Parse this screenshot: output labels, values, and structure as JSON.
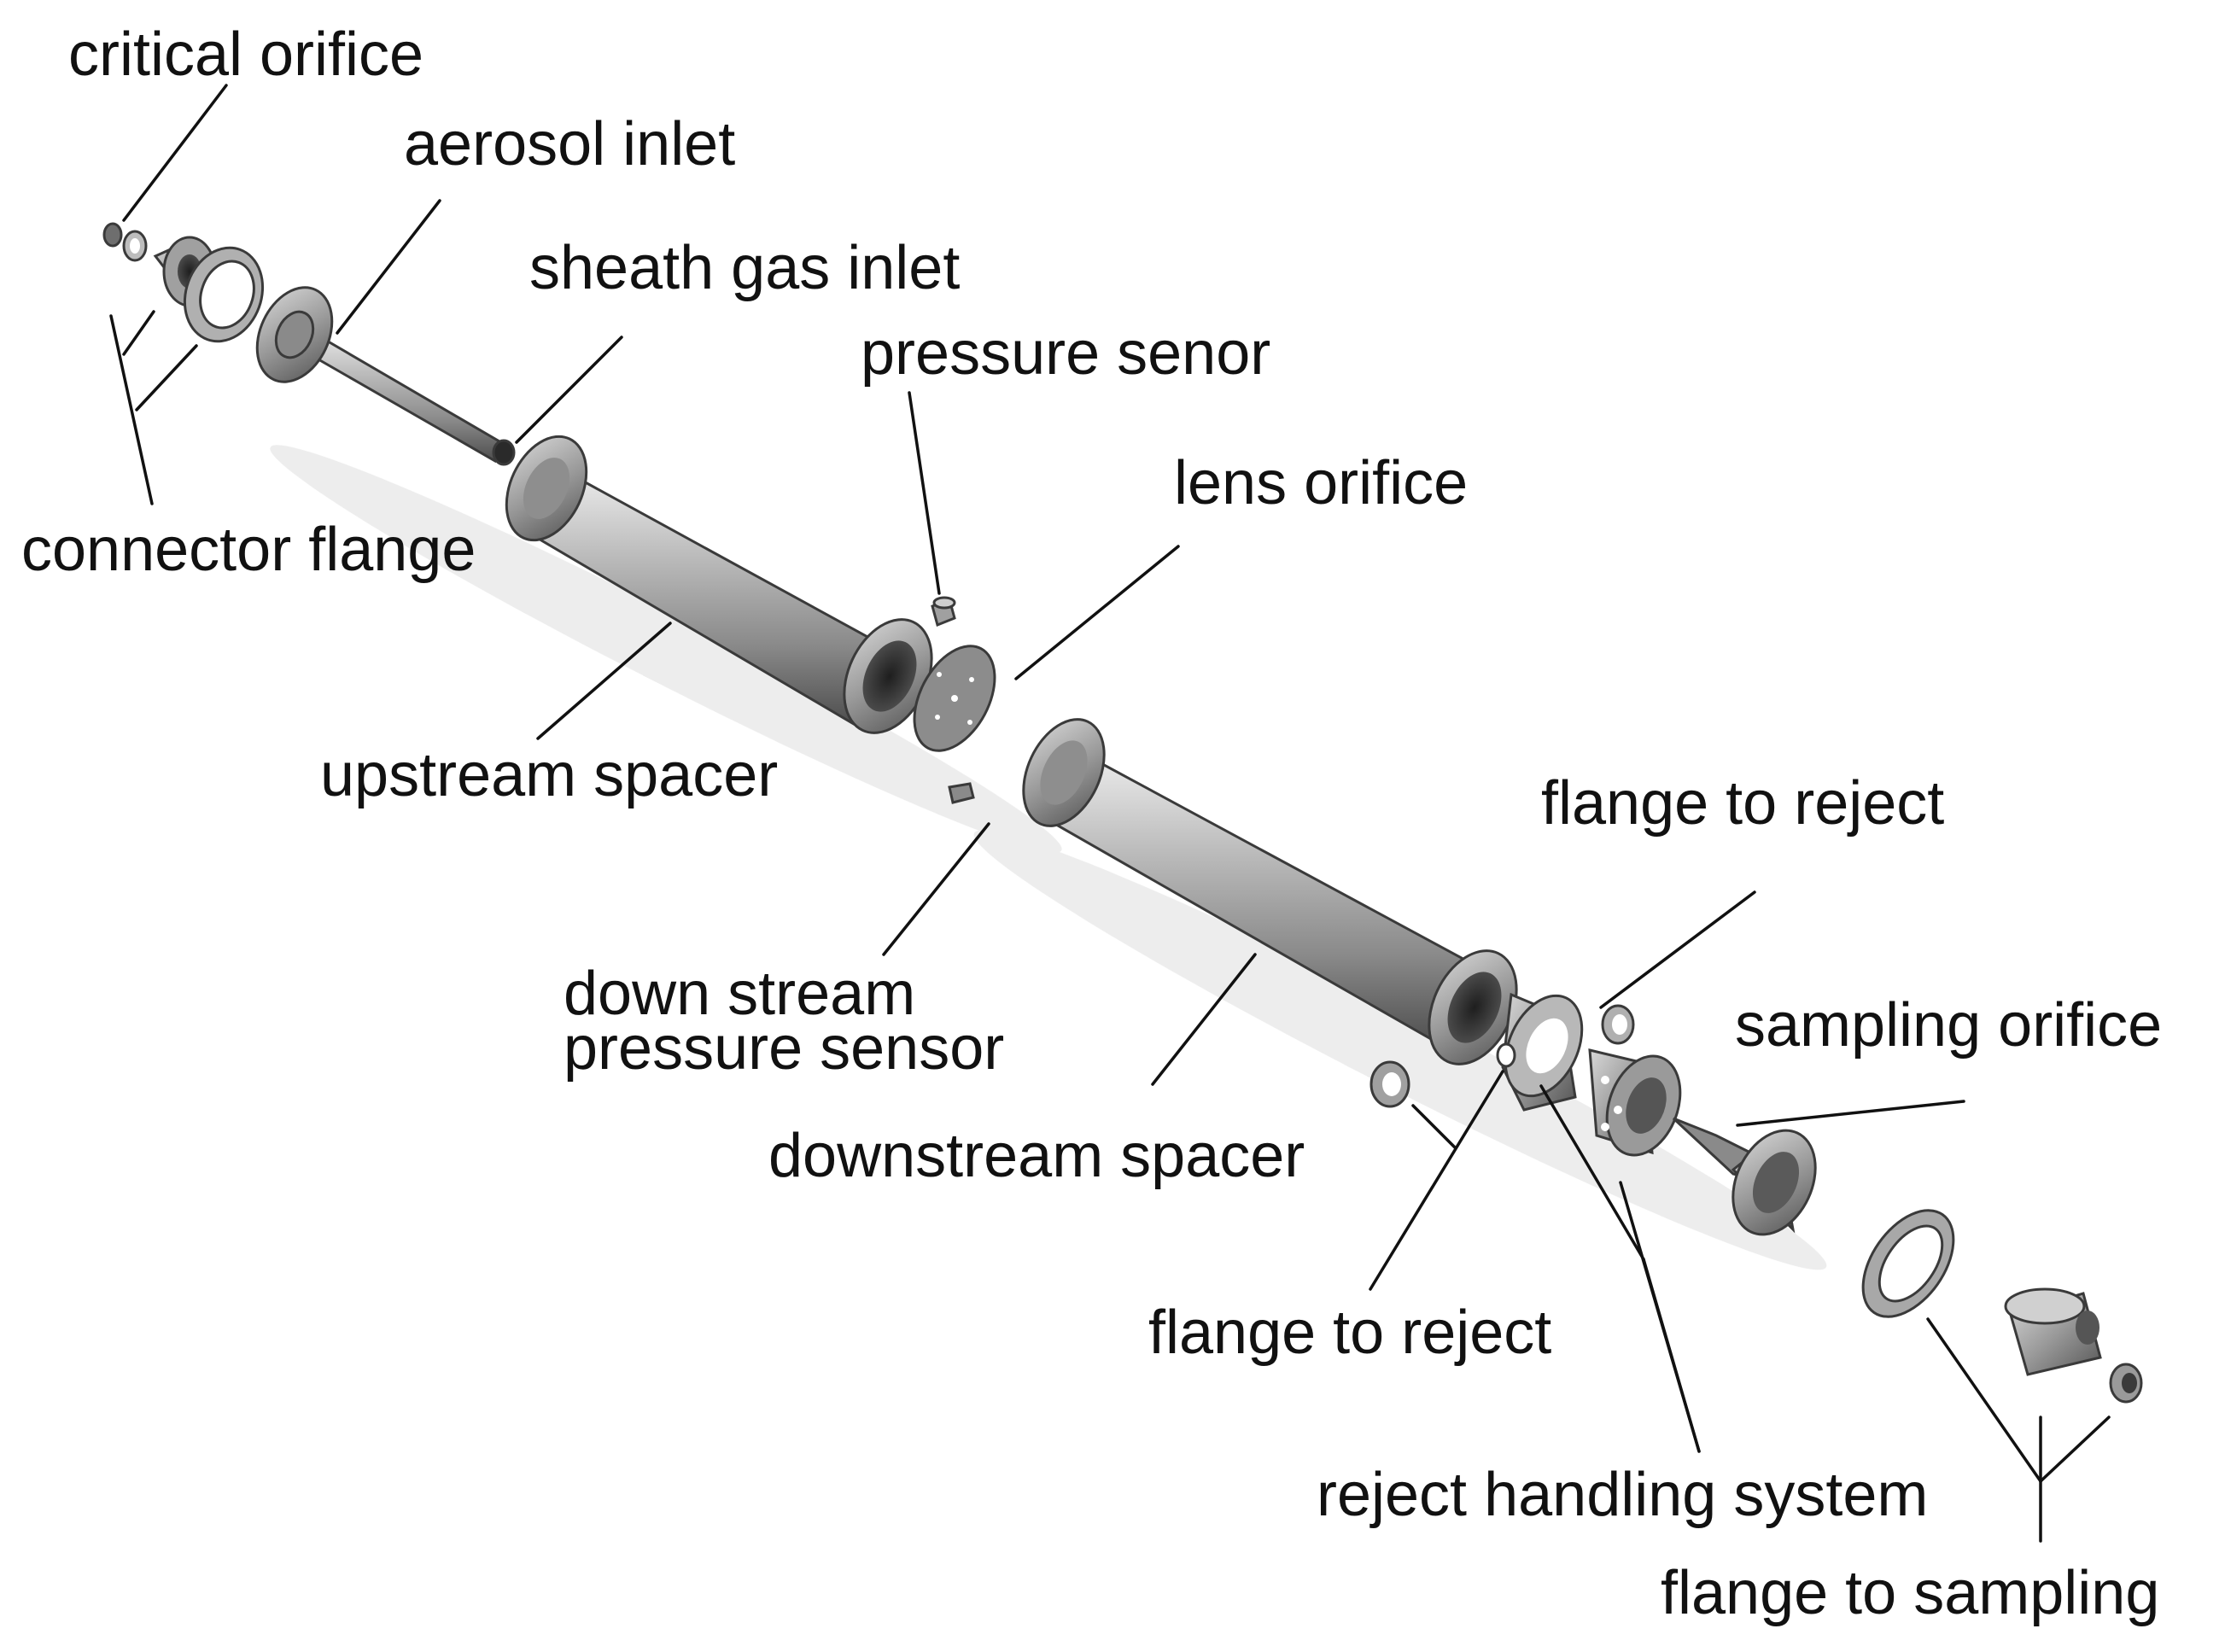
{
  "labels": {
    "critical_orifice": "critical orifice",
    "aerosol_inlet": "aerosol inlet",
    "sheath_gas_inlet": "sheath gas inlet",
    "pressure_senor": "pressure senor",
    "lens_orifice": "lens orifice",
    "connector_flange": "connector flange",
    "upstream_spacer": "upstream spacer",
    "down_stream_line1": "down stream",
    "down_stream_line2": "pressure sensor",
    "flange_to_reject_top": "flange to reject",
    "sampling_orifice": "sampling orifice",
    "downstream_spacer": "downstream spacer",
    "flange_to_reject_bottom": "flange to reject",
    "reject_handling_system": "reject handling system",
    "flange_to_sampling": "flange to sampling"
  },
  "colors": {
    "metal_light": "#e6e6e6",
    "metal_mid": "#a8a8a8",
    "metal_dark": "#5e5e5e",
    "text": "#111111",
    "background": "#ffffff"
  }
}
